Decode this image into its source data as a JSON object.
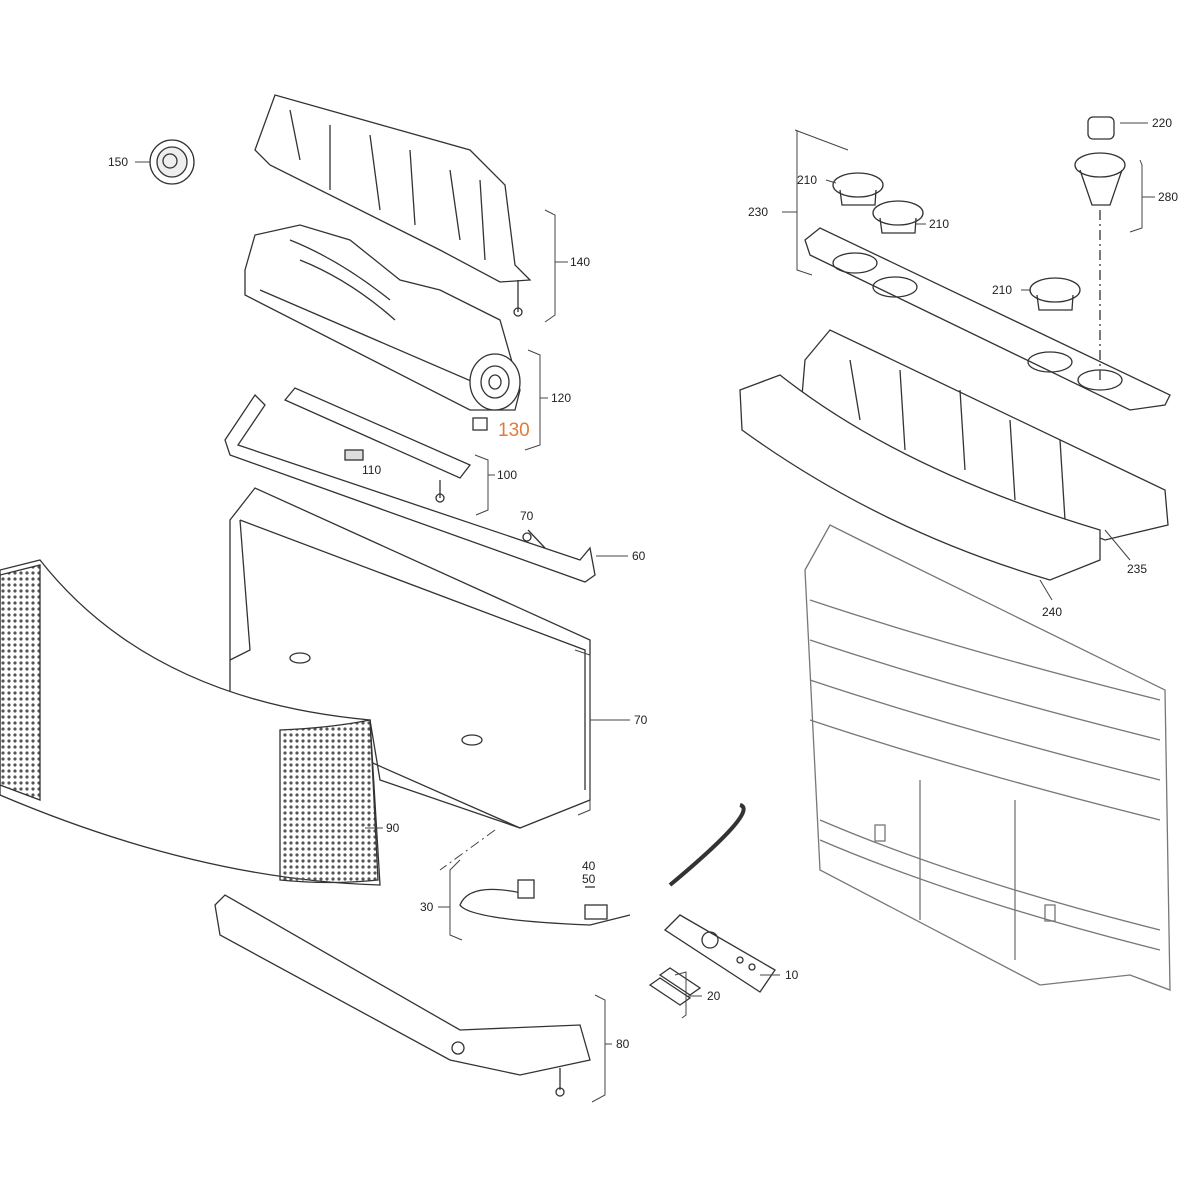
{
  "diagram": {
    "highlight_color": "#e07b39",
    "line_color": "#333333",
    "parts": {
      "p150": "150",
      "p140": "140",
      "p120": "120",
      "p130": "130",
      "p110": "110",
      "p100": "100",
      "p70a": "70",
      "p60": "60",
      "p70b": "70",
      "p90": "90",
      "p30": "30",
      "p40": "40",
      "p50": "50",
      "p10": "10",
      "p20": "20",
      "p80": "80",
      "p210a": "210",
      "p210b": "210",
      "p210c": "210",
      "p230": "230",
      "p220": "220",
      "p280": "280",
      "p235": "235",
      "p240": "240"
    }
  }
}
